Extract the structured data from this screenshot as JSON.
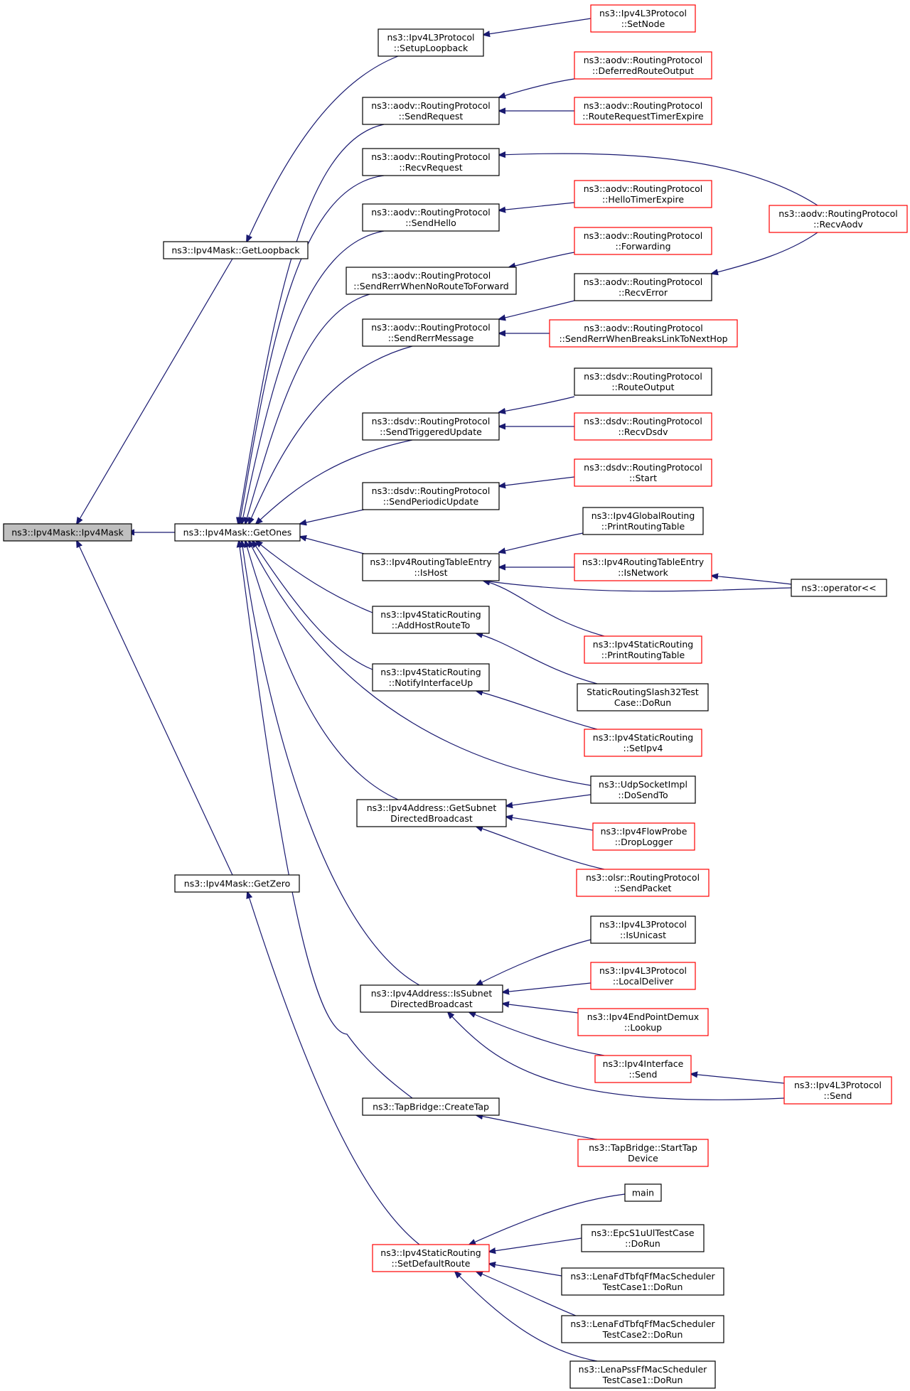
{
  "colors": {
    "edge": "#191970",
    "root_fill": "#bfbfbf",
    "border_black": "#000000",
    "border_red": "#ff0000"
  },
  "nodes": [
    {
      "id": "root",
      "lines": [
        "ns3::Ipv4Mask::Ipv4Mask"
      ],
      "border": "root"
    },
    {
      "id": "getLoopback",
      "lines": [
        "ns3::Ipv4Mask::GetLoopback"
      ],
      "border": "black"
    },
    {
      "id": "getOnes",
      "lines": [
        "ns3::Ipv4Mask::GetOnes"
      ],
      "border": "black"
    },
    {
      "id": "getZero",
      "lines": [
        "ns3::Ipv4Mask::GetZero"
      ],
      "border": "black"
    },
    {
      "id": "setupLoopback",
      "lines": [
        "ns3::Ipv4L3Protocol",
        "::SetupLoopback"
      ],
      "border": "black"
    },
    {
      "id": "setNode",
      "lines": [
        "ns3::Ipv4L3Protocol",
        "::SetNode"
      ],
      "border": "red"
    },
    {
      "id": "sendRequest",
      "lines": [
        "ns3::aodv::RoutingProtocol",
        "::SendRequest"
      ],
      "border": "black"
    },
    {
      "id": "deferredRouteOutput",
      "lines": [
        "ns3::aodv::RoutingProtocol",
        "::DeferredRouteOutput"
      ],
      "border": "red"
    },
    {
      "id": "routeRequestTimerExpire",
      "lines": [
        "ns3::aodv::RoutingProtocol",
        "::RouteRequestTimerExpire"
      ],
      "border": "red"
    },
    {
      "id": "recvRequest",
      "lines": [
        "ns3::aodv::RoutingProtocol",
        "::RecvRequest"
      ],
      "border": "black"
    },
    {
      "id": "recvAodv",
      "lines": [
        "ns3::aodv::RoutingProtocol",
        "::RecvAodv"
      ],
      "border": "red"
    },
    {
      "id": "sendHello",
      "lines": [
        "ns3::aodv::RoutingProtocol",
        "::SendHello"
      ],
      "border": "black"
    },
    {
      "id": "helloTimerExpire",
      "lines": [
        "ns3::aodv::RoutingProtocol",
        "::HelloTimerExpire"
      ],
      "border": "red"
    },
    {
      "id": "sendRerrNoRoute",
      "lines": [
        "ns3::aodv::RoutingProtocol",
        "::SendRerrWhenNoRouteToForward"
      ],
      "border": "black"
    },
    {
      "id": "forwarding",
      "lines": [
        "ns3::aodv::RoutingProtocol",
        "::Forwarding"
      ],
      "border": "red"
    },
    {
      "id": "recvError",
      "lines": [
        "ns3::aodv::RoutingProtocol",
        "::RecvError"
      ],
      "border": "black"
    },
    {
      "id": "sendRerrMessage",
      "lines": [
        "ns3::aodv::RoutingProtocol",
        "::SendRerrMessage"
      ],
      "border": "black"
    },
    {
      "id": "sendRerrBreaks",
      "lines": [
        "ns3::aodv::RoutingProtocol",
        "::SendRerrWhenBreaksLinkToNextHop"
      ],
      "border": "red"
    },
    {
      "id": "dsdvRouteOutput",
      "lines": [
        "ns3::dsdv::RoutingProtocol",
        "::RouteOutput"
      ],
      "border": "black"
    },
    {
      "id": "sendTriggeredUpdate",
      "lines": [
        "ns3::dsdv::RoutingProtocol",
        "::SendTriggeredUpdate"
      ],
      "border": "black"
    },
    {
      "id": "recvDsdv",
      "lines": [
        "ns3::dsdv::RoutingProtocol",
        "::RecvDsdv"
      ],
      "border": "red"
    },
    {
      "id": "dsdvStart",
      "lines": [
        "ns3::dsdv::RoutingProtocol",
        "::Start"
      ],
      "border": "red"
    },
    {
      "id": "sendPeriodicUpdate",
      "lines": [
        "ns3::dsdv::RoutingProtocol",
        "::SendPeriodicUpdate"
      ],
      "border": "black"
    },
    {
      "id": "globalPrintRoutingTable",
      "lines": [
        "ns3::Ipv4GlobalRouting",
        "::PrintRoutingTable"
      ],
      "border": "black"
    },
    {
      "id": "isHost",
      "lines": [
        "ns3::Ipv4RoutingTableEntry",
        "::IsHost"
      ],
      "border": "black"
    },
    {
      "id": "isNetwork",
      "lines": [
        "ns3::Ipv4RoutingTableEntry",
        "::IsNetwork"
      ],
      "border": "red"
    },
    {
      "id": "operatorLL",
      "lines": [
        "ns3::operator<<"
      ],
      "border": "black"
    },
    {
      "id": "addHostRouteTo",
      "lines": [
        "ns3::Ipv4StaticRouting",
        "::AddHostRouteTo"
      ],
      "border": "black"
    },
    {
      "id": "staticPrintRoutingTable",
      "lines": [
        "ns3::Ipv4StaticRouting",
        "::PrintRoutingTable"
      ],
      "border": "red"
    },
    {
      "id": "notifyInterfaceUp",
      "lines": [
        "ns3::Ipv4StaticRouting",
        "::NotifyInterfaceUp"
      ],
      "border": "black"
    },
    {
      "id": "slash32DoRun",
      "lines": [
        "StaticRoutingSlash32Test",
        "Case::DoRun"
      ],
      "border": "black"
    },
    {
      "id": "setIpv4",
      "lines": [
        "ns3::Ipv4StaticRouting",
        "::SetIpv4"
      ],
      "border": "red"
    },
    {
      "id": "doSendTo",
      "lines": [
        "ns3::UdpSocketImpl",
        "::DoSendTo"
      ],
      "border": "black"
    },
    {
      "id": "getSubnetDirected",
      "lines": [
        "ns3::Ipv4Address::GetSubnet",
        "DirectedBroadcast"
      ],
      "border": "black"
    },
    {
      "id": "dropLogger",
      "lines": [
        "ns3::Ipv4FlowProbe",
        "::DropLogger"
      ],
      "border": "red"
    },
    {
      "id": "olsrSendPacket",
      "lines": [
        "ns3::olsr::RoutingProtocol",
        "::SendPacket"
      ],
      "border": "red"
    },
    {
      "id": "isUnicast",
      "lines": [
        "ns3::Ipv4L3Protocol",
        "::IsUnicast"
      ],
      "border": "black"
    },
    {
      "id": "isSubnetDirected",
      "lines": [
        "ns3::Ipv4Address::IsSubnet",
        "DirectedBroadcast"
      ],
      "border": "black"
    },
    {
      "id": "localDeliver",
      "lines": [
        "ns3::Ipv4L3Protocol",
        "::LocalDeliver"
      ],
      "border": "red"
    },
    {
      "id": "lookup",
      "lines": [
        "ns3::Ipv4EndPointDemux",
        "::Lookup"
      ],
      "border": "red"
    },
    {
      "id": "ifaceSend",
      "lines": [
        "ns3::Ipv4Interface",
        "::Send"
      ],
      "border": "red"
    },
    {
      "id": "l3Send",
      "lines": [
        "ns3::Ipv4L3Protocol",
        "::Send"
      ],
      "border": "red"
    },
    {
      "id": "createTap",
      "lines": [
        "ns3::TapBridge::CreateTap"
      ],
      "border": "black"
    },
    {
      "id": "startTapDevice",
      "lines": [
        "ns3::TapBridge::StartTap",
        "Device"
      ],
      "border": "red"
    },
    {
      "id": "main",
      "lines": [
        "main"
      ],
      "border": "black"
    },
    {
      "id": "epcDoRun",
      "lines": [
        "ns3::EpcS1uUlTestCase",
        "::DoRun"
      ],
      "border": "black"
    },
    {
      "id": "setDefaultRoute",
      "lines": [
        "ns3::Ipv4StaticRouting",
        "::SetDefaultRoute"
      ],
      "border": "red"
    },
    {
      "id": "lenaFd1",
      "lines": [
        "ns3::LenaFdTbfqFfMacScheduler",
        "TestCase1::DoRun"
      ],
      "border": "black"
    },
    {
      "id": "lenaFd2",
      "lines": [
        "ns3::LenaFdTbfqFfMacScheduler",
        "TestCase2::DoRun"
      ],
      "border": "black"
    },
    {
      "id": "lenaPss1",
      "lines": [
        "ns3::LenaPssFfMacScheduler",
        "TestCase1::DoRun"
      ],
      "border": "black"
    }
  ]
}
